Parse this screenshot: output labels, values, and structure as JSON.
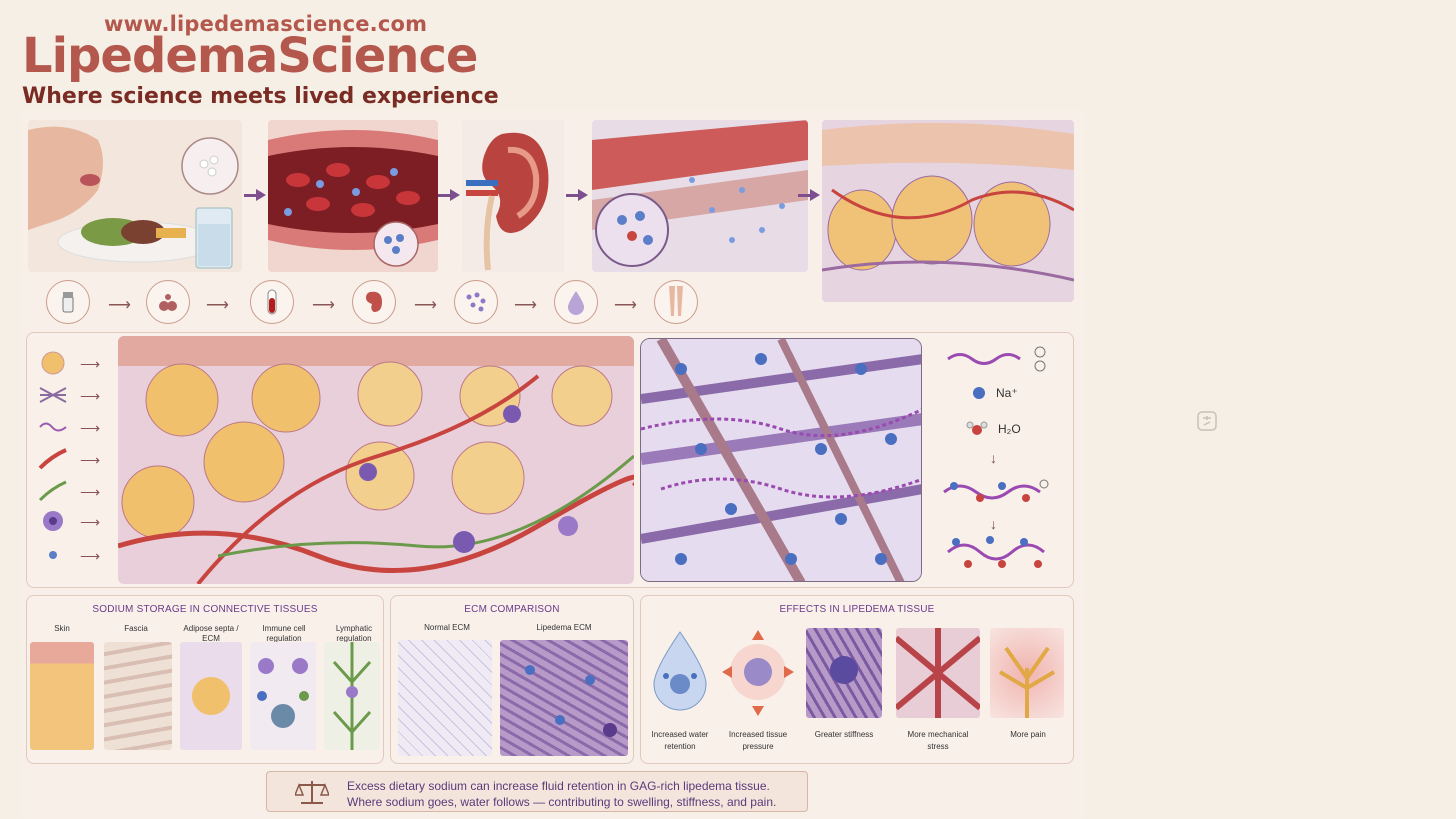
{
  "header": {
    "url": "www.lipedemascience.com",
    "brand": "LipedemaScience",
    "tagline": "Where science meets lived experience"
  },
  "flow": {
    "panels": [
      "eating-salty-meal",
      "sodium-in-blood",
      "kidney",
      "sodium-leaving-vessel",
      "swollen-tissue"
    ],
    "small_icons": [
      "salt-shaker-icon",
      "sodium-droplets-icon",
      "blood-tube-icon",
      "kidney-icon",
      "sodium-particles-icon",
      "water-drop-icon",
      "legs-icon"
    ]
  },
  "legend": {
    "icons": [
      "fat-cell-icon",
      "ecm-fiber-icon",
      "gag-chain-icon",
      "blood-vessel-icon",
      "lymphatic-vessel-icon",
      "immune-cell-icon",
      "sodium-ion-icon"
    ]
  },
  "key": {
    "sodium_label": "Na⁺",
    "water_label": "H₂O"
  },
  "sodium_storage": {
    "title": "SODIUM STORAGE IN CONNECTIVE TISSUES",
    "columns": [
      "Skin",
      "Fascia",
      "Adipose septa / ECM",
      "Immune cell regulation",
      "Lymphatic regulation"
    ]
  },
  "ecm_comparison": {
    "title": "ECM COMPARISON",
    "columns": [
      "Normal ECM",
      "Lipedema ECM"
    ]
  },
  "effects": {
    "title": "EFFECTS IN LIPEDEMA TISSUE",
    "items": [
      "Increased water retention",
      "Increased tissue pressure",
      "Greater stiffness",
      "More mechanical stress",
      "More pain"
    ]
  },
  "footer": {
    "line1": "Excess dietary sodium can increase fluid retention in GAG-rich lipedema tissue.",
    "line2": "Where sodium goes, water follows — contributing to swelling, stiffness, and pain."
  },
  "colors": {
    "brand": "#b4584d",
    "tagline": "#7a2c24",
    "accent_purple": "#6a3a8a",
    "arrow": "#7e4f8e",
    "fat": "#f1c06d",
    "vessel": "#c8443f",
    "sodium": "#5a7fc8"
  }
}
